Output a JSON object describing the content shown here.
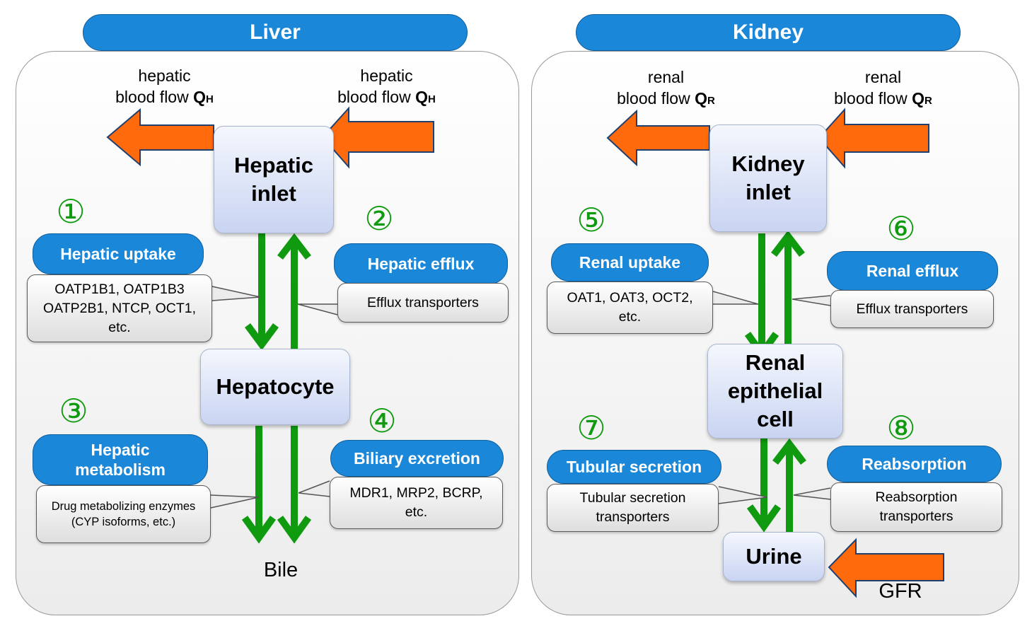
{
  "liver": {
    "title": "Liver",
    "flow_left": {
      "line1": "hepatic",
      "line2": "blood flow ",
      "symbol": "Q",
      "subscript": "H"
    },
    "flow_right": {
      "line1": "hepatic",
      "line2": "blood flow ",
      "symbol": "Q",
      "subscript": "H"
    },
    "inlet": {
      "line1": "Hepatic",
      "line2": "inlet"
    },
    "cell": "Hepatocyte",
    "sink": "Bile",
    "steps": [
      {
        "num": "①",
        "label": "Hepatic uptake",
        "detail": [
          "OATP1B1, OATP1B3",
          "OATP2B1, NTCP, OCT1,",
          "etc."
        ]
      },
      {
        "num": "②",
        "label": "Hepatic efflux",
        "detail": [
          "Efflux transporters"
        ]
      },
      {
        "num": "③",
        "label": [
          "Hepatic",
          "metabolism"
        ],
        "detail": [
          "Drug metabolizing enzymes",
          "(CYP isoforms, etc.)"
        ]
      },
      {
        "num": "④",
        "label": "Biliary excretion",
        "detail": [
          "MDR1, MRP2, BCRP,",
          "etc."
        ]
      }
    ]
  },
  "kidney": {
    "title": "Kidney",
    "flow_left": {
      "line1": "renal",
      "line2": "blood flow ",
      "symbol": "Q",
      "subscript": "R"
    },
    "flow_right": {
      "line1": "renal",
      "line2": "blood flow ",
      "symbol": "Q",
      "subscript": "R"
    },
    "inlet": {
      "line1": "Kidney",
      "line2": "inlet"
    },
    "cell": {
      "line1": "Renal",
      "line2": "epithelial",
      "line3": "cell"
    },
    "sink": "Urine",
    "gfr": "GFR",
    "steps": [
      {
        "num": "⑤",
        "label": "Renal uptake",
        "detail": [
          "OAT1, OAT3, OCT2,",
          "etc."
        ]
      },
      {
        "num": "⑥",
        "label": "Renal efflux",
        "detail": [
          "Efflux transporters"
        ]
      },
      {
        "num": "⑦",
        "label": "Tubular secretion",
        "detail": [
          "Tubular secretion",
          "transporters"
        ]
      },
      {
        "num": "⑧",
        "label": "Reabsorption",
        "detail": [
          "Reabsorption",
          "transporters"
        ]
      }
    ]
  },
  "colors": {
    "header": "#1a87d9",
    "arrow_flow": "#ff6a0d",
    "arrow_transport": "#0f9a0f"
  }
}
